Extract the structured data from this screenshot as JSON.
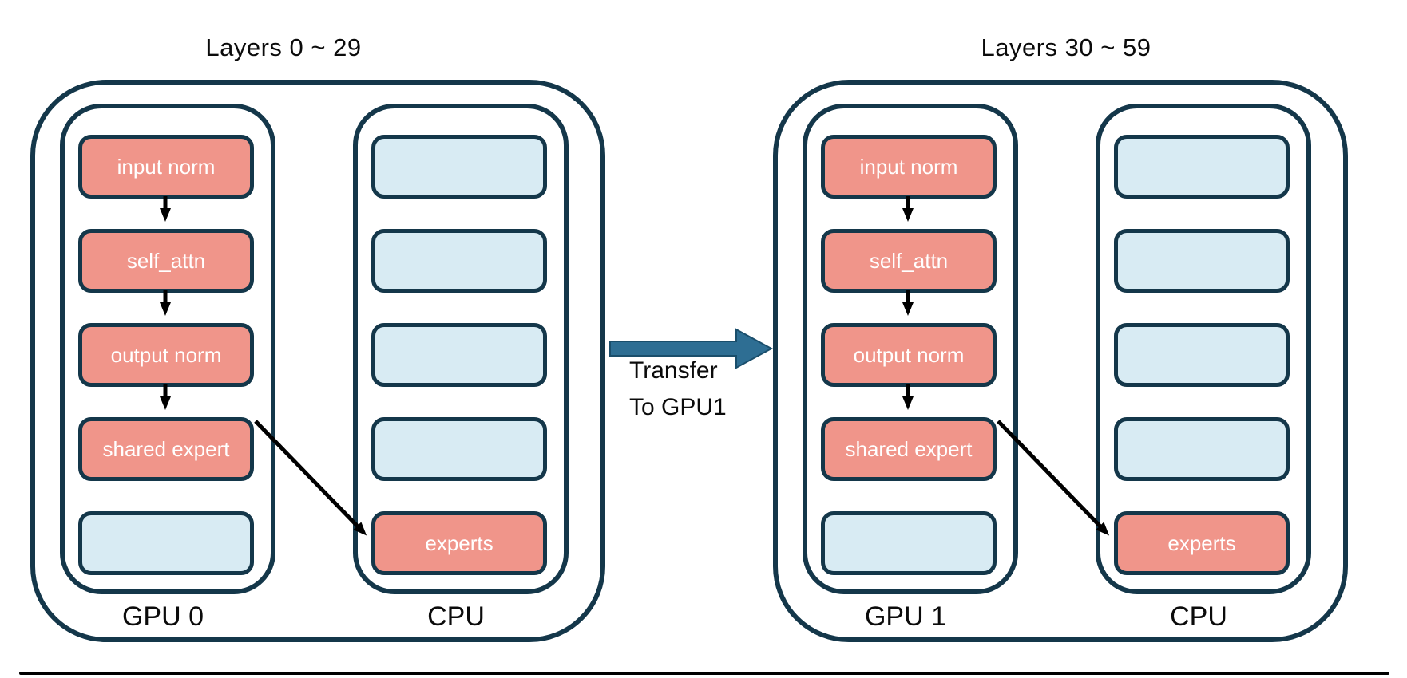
{
  "colors": {
    "module_fill": "#F0958A",
    "module_empty_fill": "#D8EBF3",
    "border_navy": "#14374A",
    "transfer_arrow_blue": "#2E6E93",
    "flow_arrow_black": "#000000",
    "module_text": "#FFFFFF",
    "label_text": "#0B0B0B"
  },
  "groups": [
    {
      "title": "Layers 0 ~ 29",
      "gpu": {
        "label": "GPU 0",
        "boxes": [
          {
            "label": "input norm",
            "type": "active"
          },
          {
            "label": "self_attn",
            "type": "active"
          },
          {
            "label": "output norm",
            "type": "active"
          },
          {
            "label": "shared expert",
            "type": "active"
          },
          {
            "label": "",
            "type": "empty"
          }
        ]
      },
      "cpu": {
        "label": "CPU",
        "boxes": [
          {
            "label": "",
            "type": "empty"
          },
          {
            "label": "",
            "type": "empty"
          },
          {
            "label": "",
            "type": "empty"
          },
          {
            "label": "",
            "type": "empty"
          },
          {
            "label": "experts",
            "type": "active"
          }
        ]
      }
    },
    {
      "title": "Layers 30 ~ 59",
      "gpu": {
        "label": "GPU 1",
        "boxes": [
          {
            "label": "input norm",
            "type": "active"
          },
          {
            "label": "self_attn",
            "type": "active"
          },
          {
            "label": "output norm",
            "type": "active"
          },
          {
            "label": "shared expert",
            "type": "active"
          },
          {
            "label": "",
            "type": "empty"
          }
        ]
      },
      "cpu": {
        "label": "CPU",
        "boxes": [
          {
            "label": "",
            "type": "empty"
          },
          {
            "label": "",
            "type": "empty"
          },
          {
            "label": "",
            "type": "empty"
          },
          {
            "label": "",
            "type": "empty"
          },
          {
            "label": "experts",
            "type": "active"
          }
        ]
      }
    }
  ],
  "transfer": {
    "line1": "Transfer",
    "line2": "To GPU1"
  }
}
